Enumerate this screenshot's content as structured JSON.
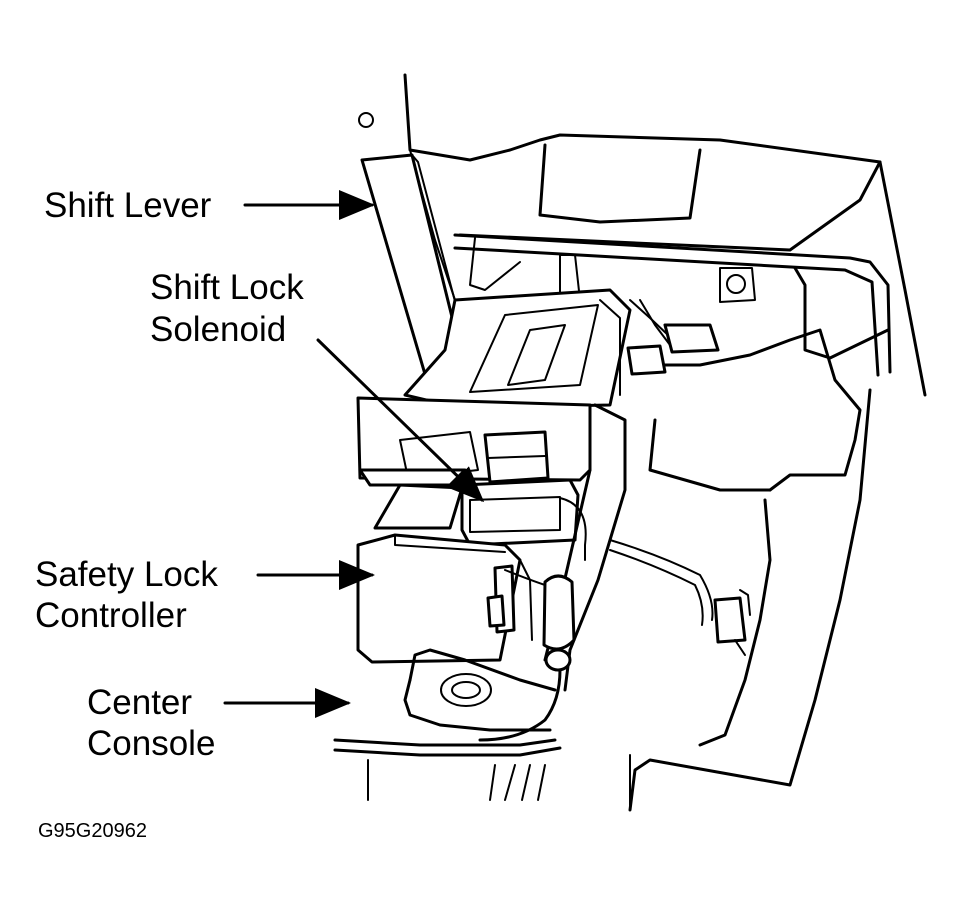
{
  "labels": {
    "shift_lever": "Shift Lever",
    "shift_lock_solenoid_line1": "Shift Lock",
    "shift_lock_solenoid_line2": "Solenoid",
    "safety_lock_controller_line1": "Safety Lock",
    "safety_lock_controller_line2": "Controller",
    "center_console_line1": "Center",
    "center_console_line2": "Console"
  },
  "figure_code": "G95G20962"
}
